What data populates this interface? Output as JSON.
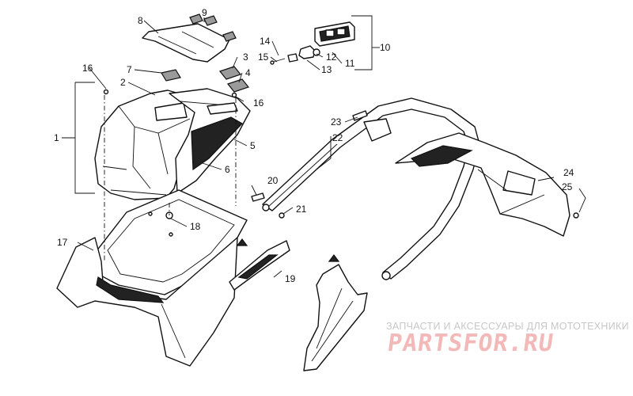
{
  "callouts": {
    "c1": "1",
    "c2": "2",
    "c3": "3",
    "c4": "4",
    "c5": "5",
    "c6": "6",
    "c7": "7",
    "c8": "8",
    "c9": "9",
    "c10": "10",
    "c11": "11",
    "c12": "12",
    "c13": "13",
    "c14": "14",
    "c15": "15",
    "c16a": "16",
    "c16b": "16",
    "c17": "17",
    "c18": "18",
    "c19": "19",
    "c20": "20",
    "c21": "21",
    "c22": "22",
    "c23": "23",
    "c24": "24",
    "c25": "25"
  },
  "watermark": {
    "tagline": "ЗАПЧАСТИ И АКСЕССУАРЫ ДЛЯ МОТОТЕХНИКИ",
    "logo": "PARTSFOR.RU"
  },
  "colors": {
    "line": "#111111",
    "watermark_text": "#c7c7c7",
    "watermark_logo": "#f3b9b9"
  }
}
